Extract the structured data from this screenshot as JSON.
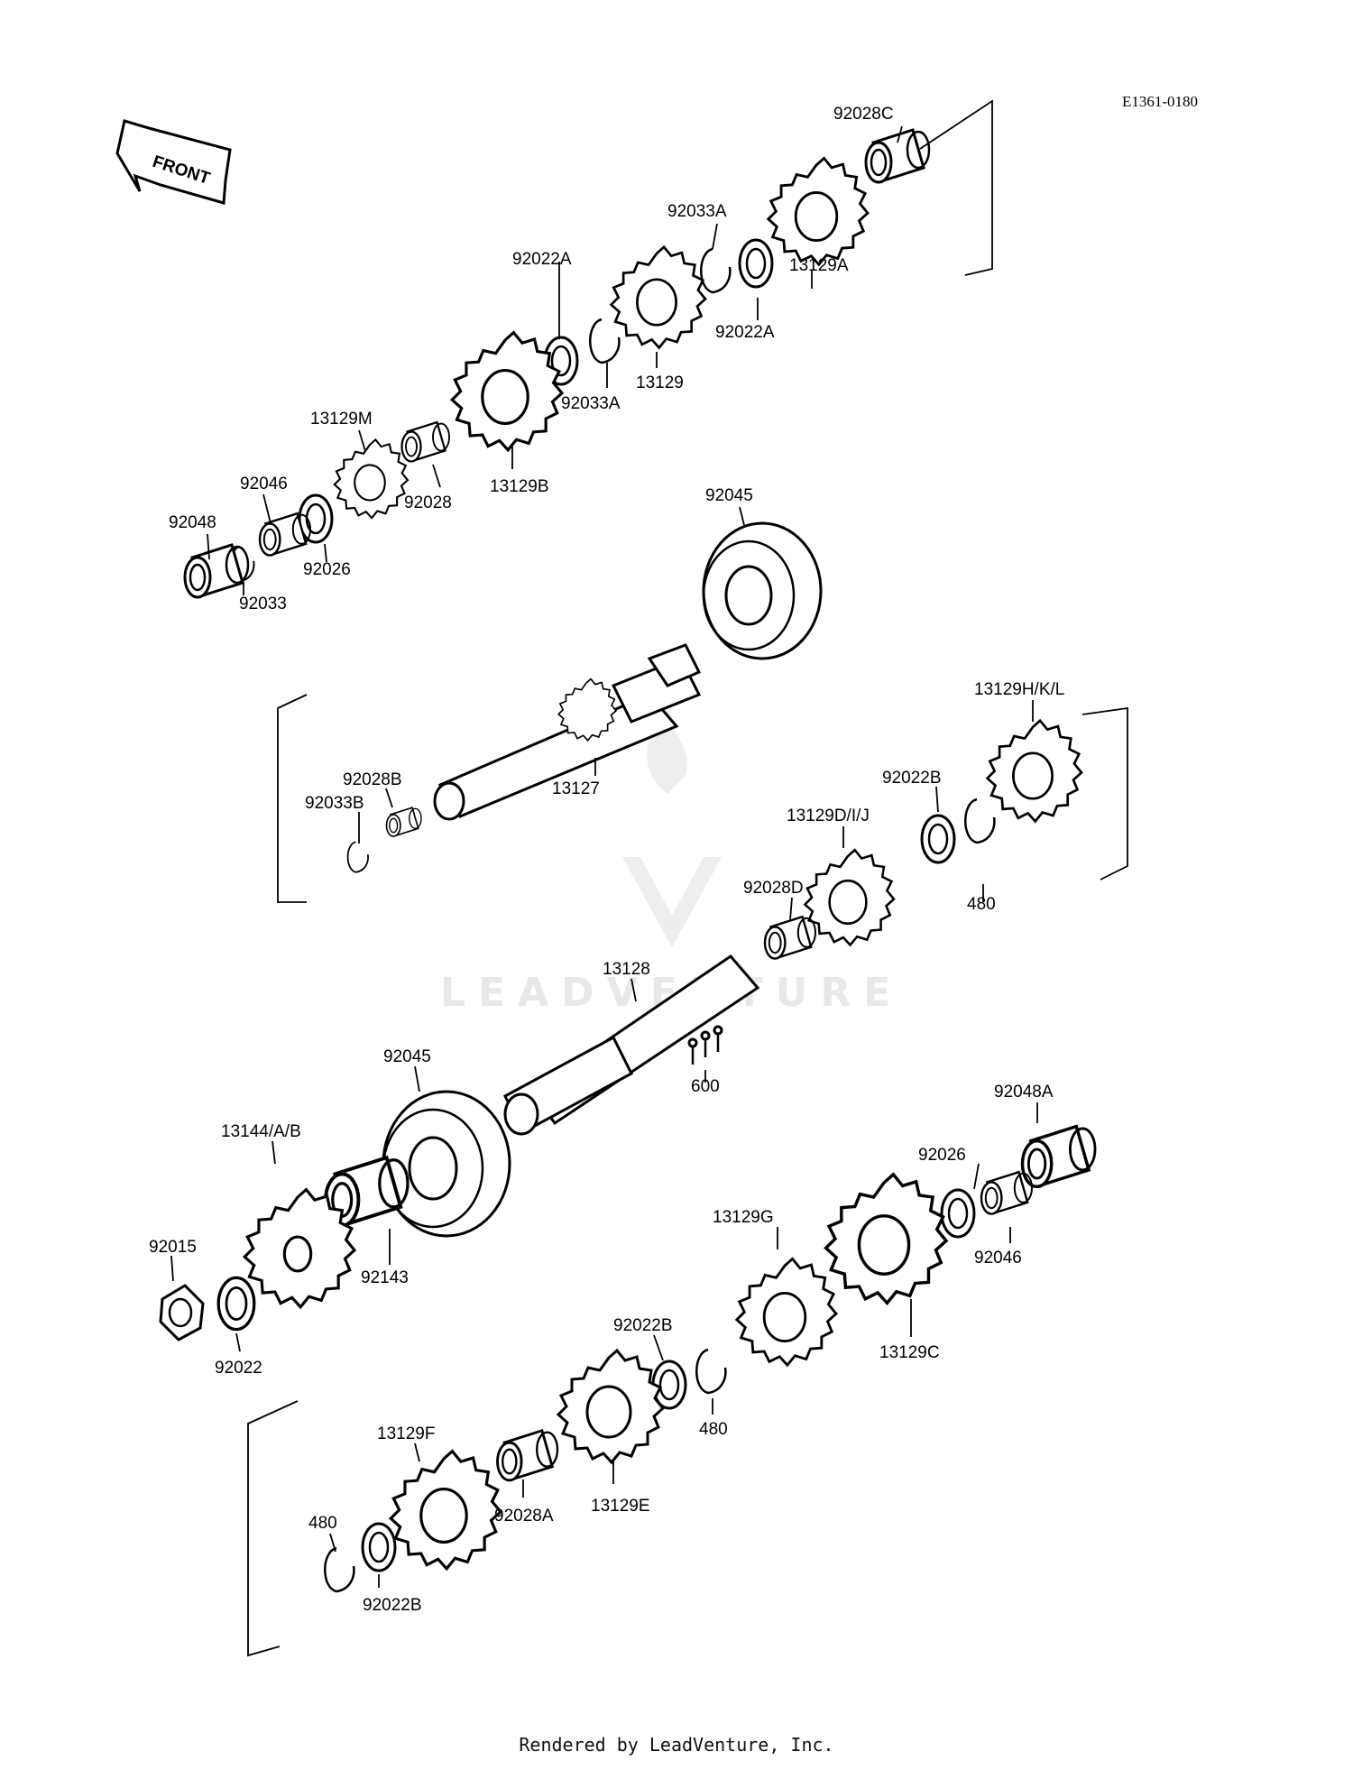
{
  "reference_code": "E1361-0180",
  "front_arrow_label": "FRONT",
  "watermark_text": "LEADVENTURE",
  "footer_text": "Rendered by LeadVenture, Inc.",
  "part_labels": {
    "p92028C": "92028C",
    "p92033A_top": "92033A",
    "p92022A_left": "92022A",
    "p92022A_right": "92022A",
    "p13129A": "13129A",
    "p13129": "13129",
    "p92033A_low": "92033A",
    "p13129M": "13129M",
    "p92046_top": "92046",
    "p92048": "92048",
    "p92028": "92028",
    "p92026_top": "92026",
    "p92033": "92033",
    "p13129B": "13129B",
    "p92045_top": "92045",
    "p13129HKL": "13129H/K/L",
    "p92028B": "92028B",
    "p92033B": "92033B",
    "p13127": "13127",
    "p92022B_mid": "92022B",
    "p13129DIJ": "13129D/I/J",
    "p92028D": "92028D",
    "p480_mid": "480",
    "p13128": "13128",
    "p600": "600",
    "p92045_low": "92045",
    "p92048A": "92048A",
    "p13144AB": "13144/A/B",
    "p92026_low": "92026",
    "p92015": "92015",
    "p92143": "92143",
    "p92046_low": "92046",
    "p13129G": "13129G",
    "p92022": "92022",
    "p92022B_low": "92022B",
    "p13129C": "13129C",
    "p480_low": "480",
    "p13129F": "13129F",
    "p92028A": "92028A",
    "p13129E": "13129E",
    "p480_bottom": "480",
    "p92022B_bottom": "92022B"
  }
}
